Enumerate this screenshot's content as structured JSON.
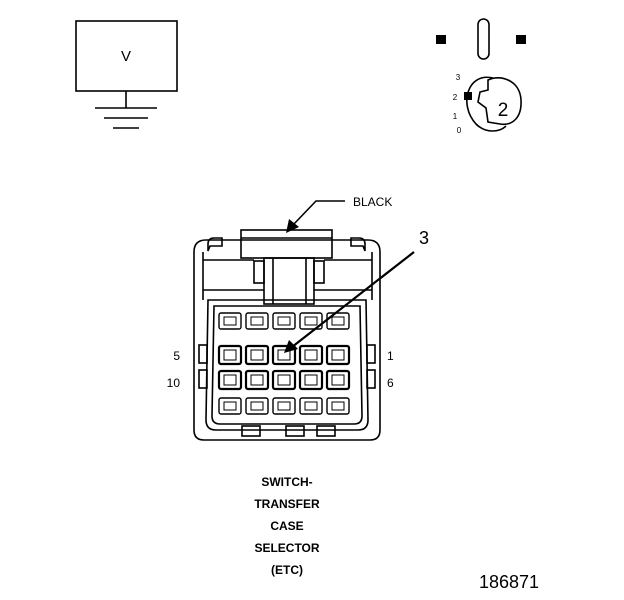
{
  "meter": {
    "symbol": "V"
  },
  "selector": {
    "positions": [
      "3",
      "2",
      "1",
      "0"
    ],
    "pin_number": "2"
  },
  "connector": {
    "color_label": "BLACK",
    "pointer_pin": "3",
    "pin_labels": {
      "top_left": "5",
      "top_right": "1",
      "bottom_left": "10",
      "bottom_right": "6"
    }
  },
  "caption": [
    "SWITCH-",
    "TRANSFER",
    "CASE",
    "SELECTOR",
    "(ETC)"
  ],
  "figure_id": "186871",
  "colors": {
    "ink": "#000000",
    "paper": "#ffffff"
  }
}
